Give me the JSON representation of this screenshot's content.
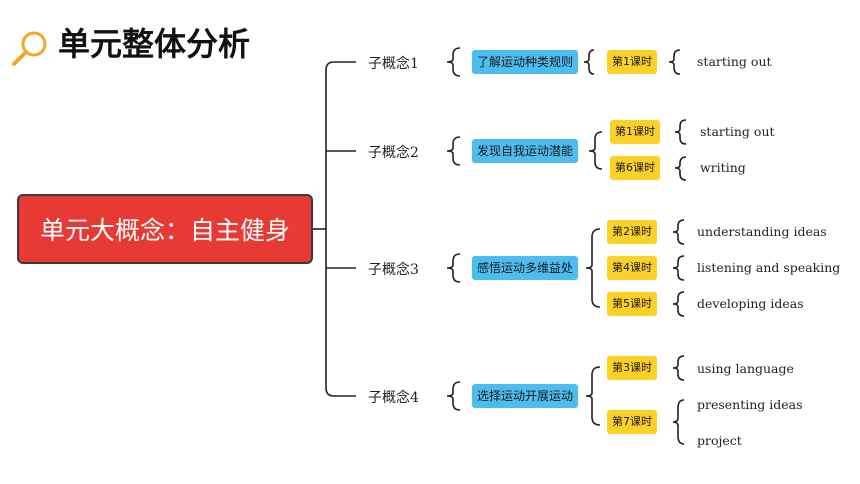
{
  "title": "单元整体分析",
  "main_concept": "单元大概念：自主健身",
  "sub_concepts": [
    {
      "label": "子概念1",
      "goal": "了解运动种类规则"
    },
    {
      "label": "子概念2",
      "goal": "发现自我运动潜能"
    },
    {
      "label": "子概念3",
      "goal": "感悟运动多维益处"
    },
    {
      "label": "子概念4",
      "goal": "选择运动开展运动"
    }
  ],
  "lessons": [
    {
      "label": "第1课时",
      "activities": [
        "starting out"
      ]
    },
    {
      "label": "第1课时",
      "activities": [
        "starting out"
      ]
    },
    {
      "label": "第6课时",
      "activities": [
        "writing"
      ]
    },
    {
      "label": "第2课时",
      "activities": [
        "understanding ideas"
      ]
    },
    {
      "label": "第4课时",
      "activities": [
        "listening and speaking"
      ]
    },
    {
      "label": "第5课时",
      "activities": [
        "developing ideas"
      ]
    },
    {
      "label": "第3课时",
      "activities": [
        "using language"
      ]
    },
    {
      "label": "第7课时",
      "activities": [
        "presenting ideas",
        "project"
      ]
    }
  ]
}
